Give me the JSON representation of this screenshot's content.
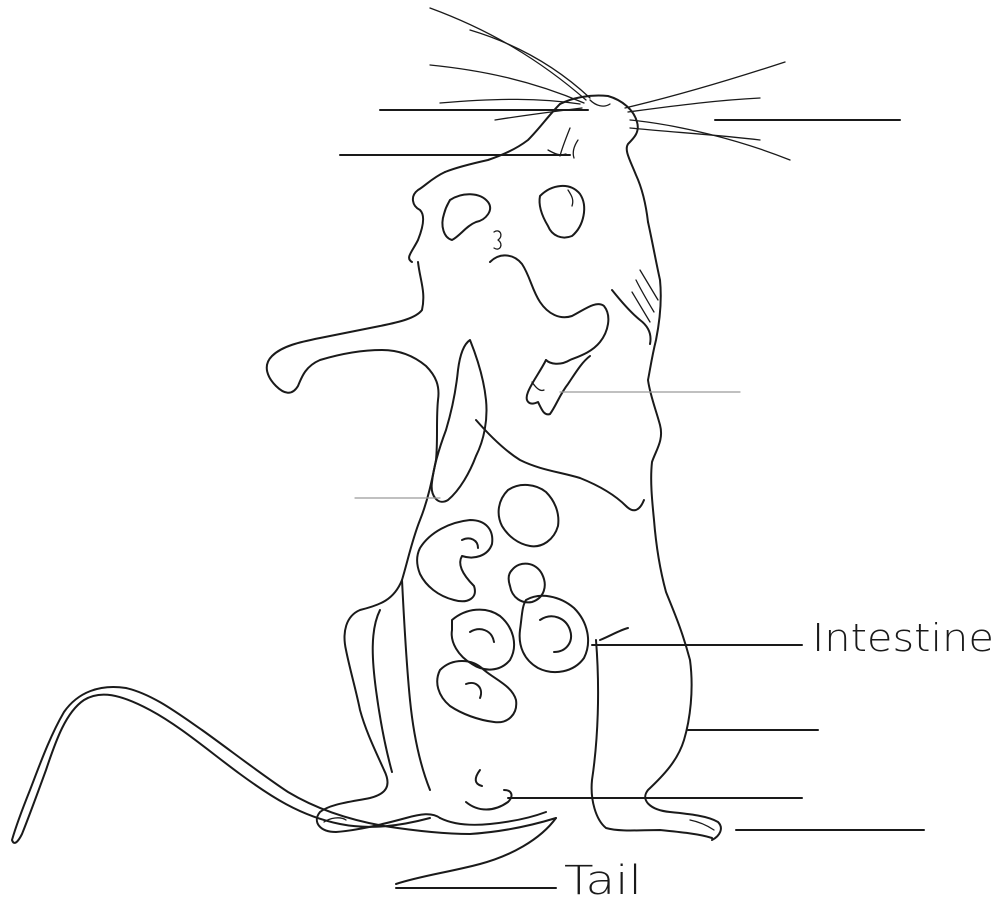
{
  "diagram": {
    "labels": {
      "intestine": "Intestine",
      "tail": "Tail"
    },
    "blank_label_count": 8,
    "ink_color": "#1a1a1a",
    "background": "#ffffff"
  }
}
